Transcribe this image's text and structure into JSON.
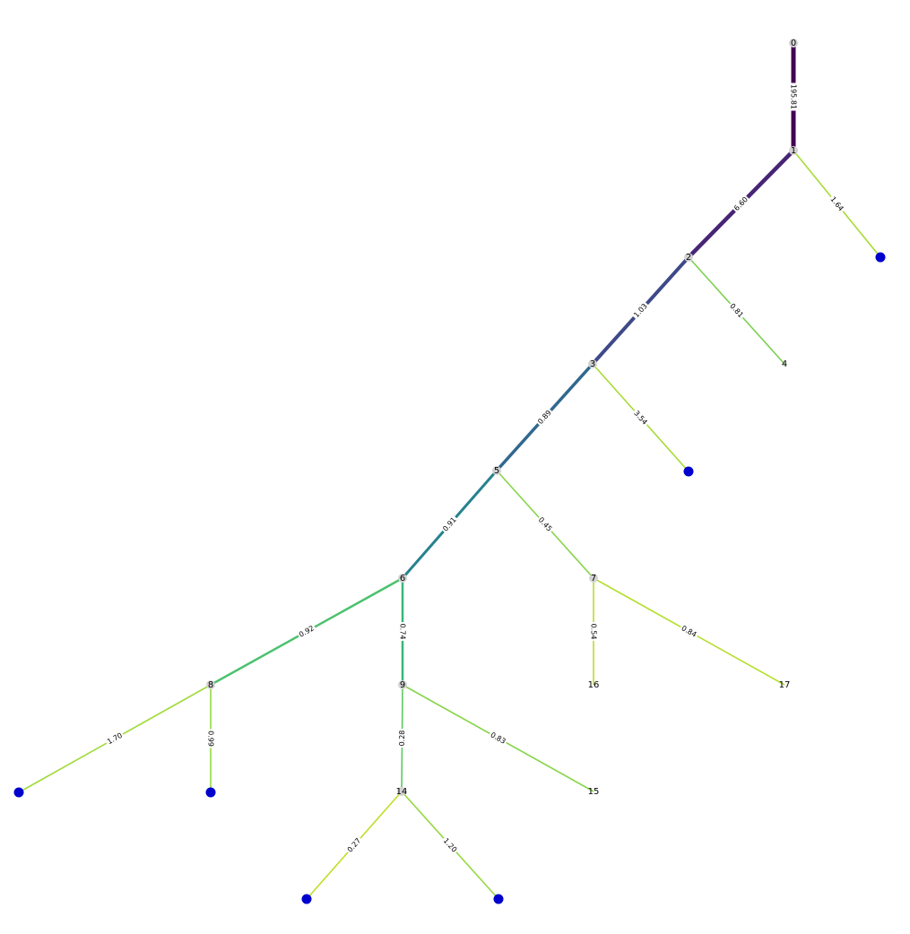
{
  "colors": {
    "background": "#ffffff",
    "internal_node": "#d3d3d3",
    "leaf_node": "#0000cd",
    "colormap": "viridis"
  },
  "nodes": [
    {
      "id": "n0",
      "label": "0",
      "kind": "internal"
    },
    {
      "id": "n1",
      "label": "1",
      "kind": "internal"
    },
    {
      "id": "n2",
      "label": "2",
      "kind": "internal"
    },
    {
      "id": "n3",
      "label": "3",
      "kind": "internal"
    },
    {
      "id": "n4",
      "label": "4",
      "kind": "plain"
    },
    {
      "id": "n5",
      "label": "5",
      "kind": "internal"
    },
    {
      "id": "n6",
      "label": "6",
      "kind": "internal"
    },
    {
      "id": "n7",
      "label": "7",
      "kind": "internal"
    },
    {
      "id": "n8",
      "label": "8",
      "kind": "internal"
    },
    {
      "id": "n9",
      "label": "9",
      "kind": "internal"
    },
    {
      "id": "n14",
      "label": "14",
      "kind": "internal"
    },
    {
      "id": "n15",
      "label": "15",
      "kind": "plain"
    },
    {
      "id": "n16",
      "label": "16",
      "kind": "plain"
    },
    {
      "id": "n17",
      "label": "17",
      "kind": "plain"
    },
    {
      "id": "leaf-a",
      "label": "",
      "kind": "leaf"
    },
    {
      "id": "leaf-b",
      "label": "",
      "kind": "leaf"
    },
    {
      "id": "leaf-c",
      "label": "",
      "kind": "leaf"
    },
    {
      "id": "leaf-d",
      "label": "",
      "kind": "leaf"
    },
    {
      "id": "leaf-e",
      "label": "",
      "kind": "leaf"
    },
    {
      "id": "leaf-f",
      "label": "",
      "kind": "leaf"
    },
    {
      "id": "leaf-g",
      "label": "",
      "kind": "leaf"
    }
  ],
  "edges": [
    {
      "from": "n0",
      "to": "n1",
      "label": "195.81",
      "color": "#440154"
    },
    {
      "from": "n1",
      "to": "n2",
      "label": "6.60",
      "color": "#482475"
    },
    {
      "from": "n1",
      "to": "leaf-a",
      "label": "1.64",
      "color": "#a8db34"
    },
    {
      "from": "n2",
      "to": "n3",
      "label": "1.03",
      "color": "#3e4989"
    },
    {
      "from": "n2",
      "to": "n4",
      "label": "0.81",
      "color": "#7ad151"
    },
    {
      "from": "n3",
      "to": "n5",
      "label": "0.89",
      "color": "#31688e"
    },
    {
      "from": "n3",
      "to": "leaf-b",
      "label": "3.54",
      "color": "#a8db34"
    },
    {
      "from": "n5",
      "to": "n6",
      "label": "0.91",
      "color": "#26828e"
    },
    {
      "from": "n5",
      "to": "n7",
      "label": "0.45",
      "color": "#86d549"
    },
    {
      "from": "n6",
      "to": "n8",
      "label": "0.92",
      "color": "#4ac16d"
    },
    {
      "from": "n6",
      "to": "n9",
      "label": "0.74",
      "color": "#35b779"
    },
    {
      "from": "n7",
      "to": "n16",
      "label": "0.54",
      "color": "#b5de2b"
    },
    {
      "from": "n7",
      "to": "n17",
      "label": "0.84",
      "color": "#b5de2b"
    },
    {
      "from": "n8",
      "to": "leaf-c",
      "label": "1.70",
      "color": "#a0da39"
    },
    {
      "from": "n8",
      "to": "leaf-d",
      "label": "0.99",
      "color": "#95d840"
    },
    {
      "from": "n9",
      "to": "n14",
      "label": "0.28",
      "color": "#5ec962"
    },
    {
      "from": "n9",
      "to": "n15",
      "label": "0.83",
      "color": "#86d549"
    },
    {
      "from": "n14",
      "to": "leaf-e",
      "label": "0.27",
      "color": "#bddf26"
    },
    {
      "from": "n14",
      "to": "leaf-f",
      "label": "1.20",
      "color": "#95d840"
    }
  ]
}
